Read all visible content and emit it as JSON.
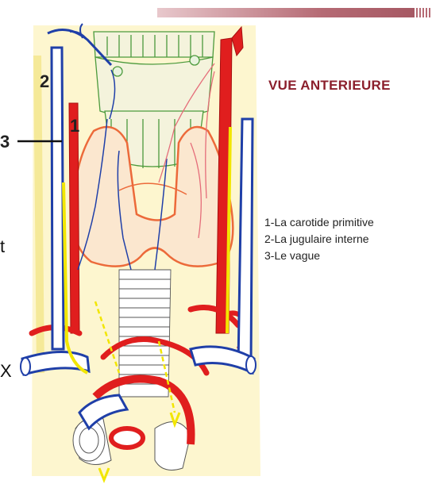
{
  "slide": {
    "title": "VUE ANTERIEURE",
    "legend": [
      "1-La carotide primitive",
      "2-La jugulaire interne",
      "3-Le vague"
    ],
    "markers": [
      "1",
      "2",
      "3"
    ],
    "left_edge_fragments": [
      "t",
      "X"
    ]
  },
  "colors": {
    "background": "#fdf6cf",
    "artery": "#e01e1e",
    "vein": "#1f3fa8",
    "nerve": "#f2e600",
    "cartilage": "#4c9a3c",
    "gland": "#ec8a6a",
    "title": "#8b1f2c"
  }
}
